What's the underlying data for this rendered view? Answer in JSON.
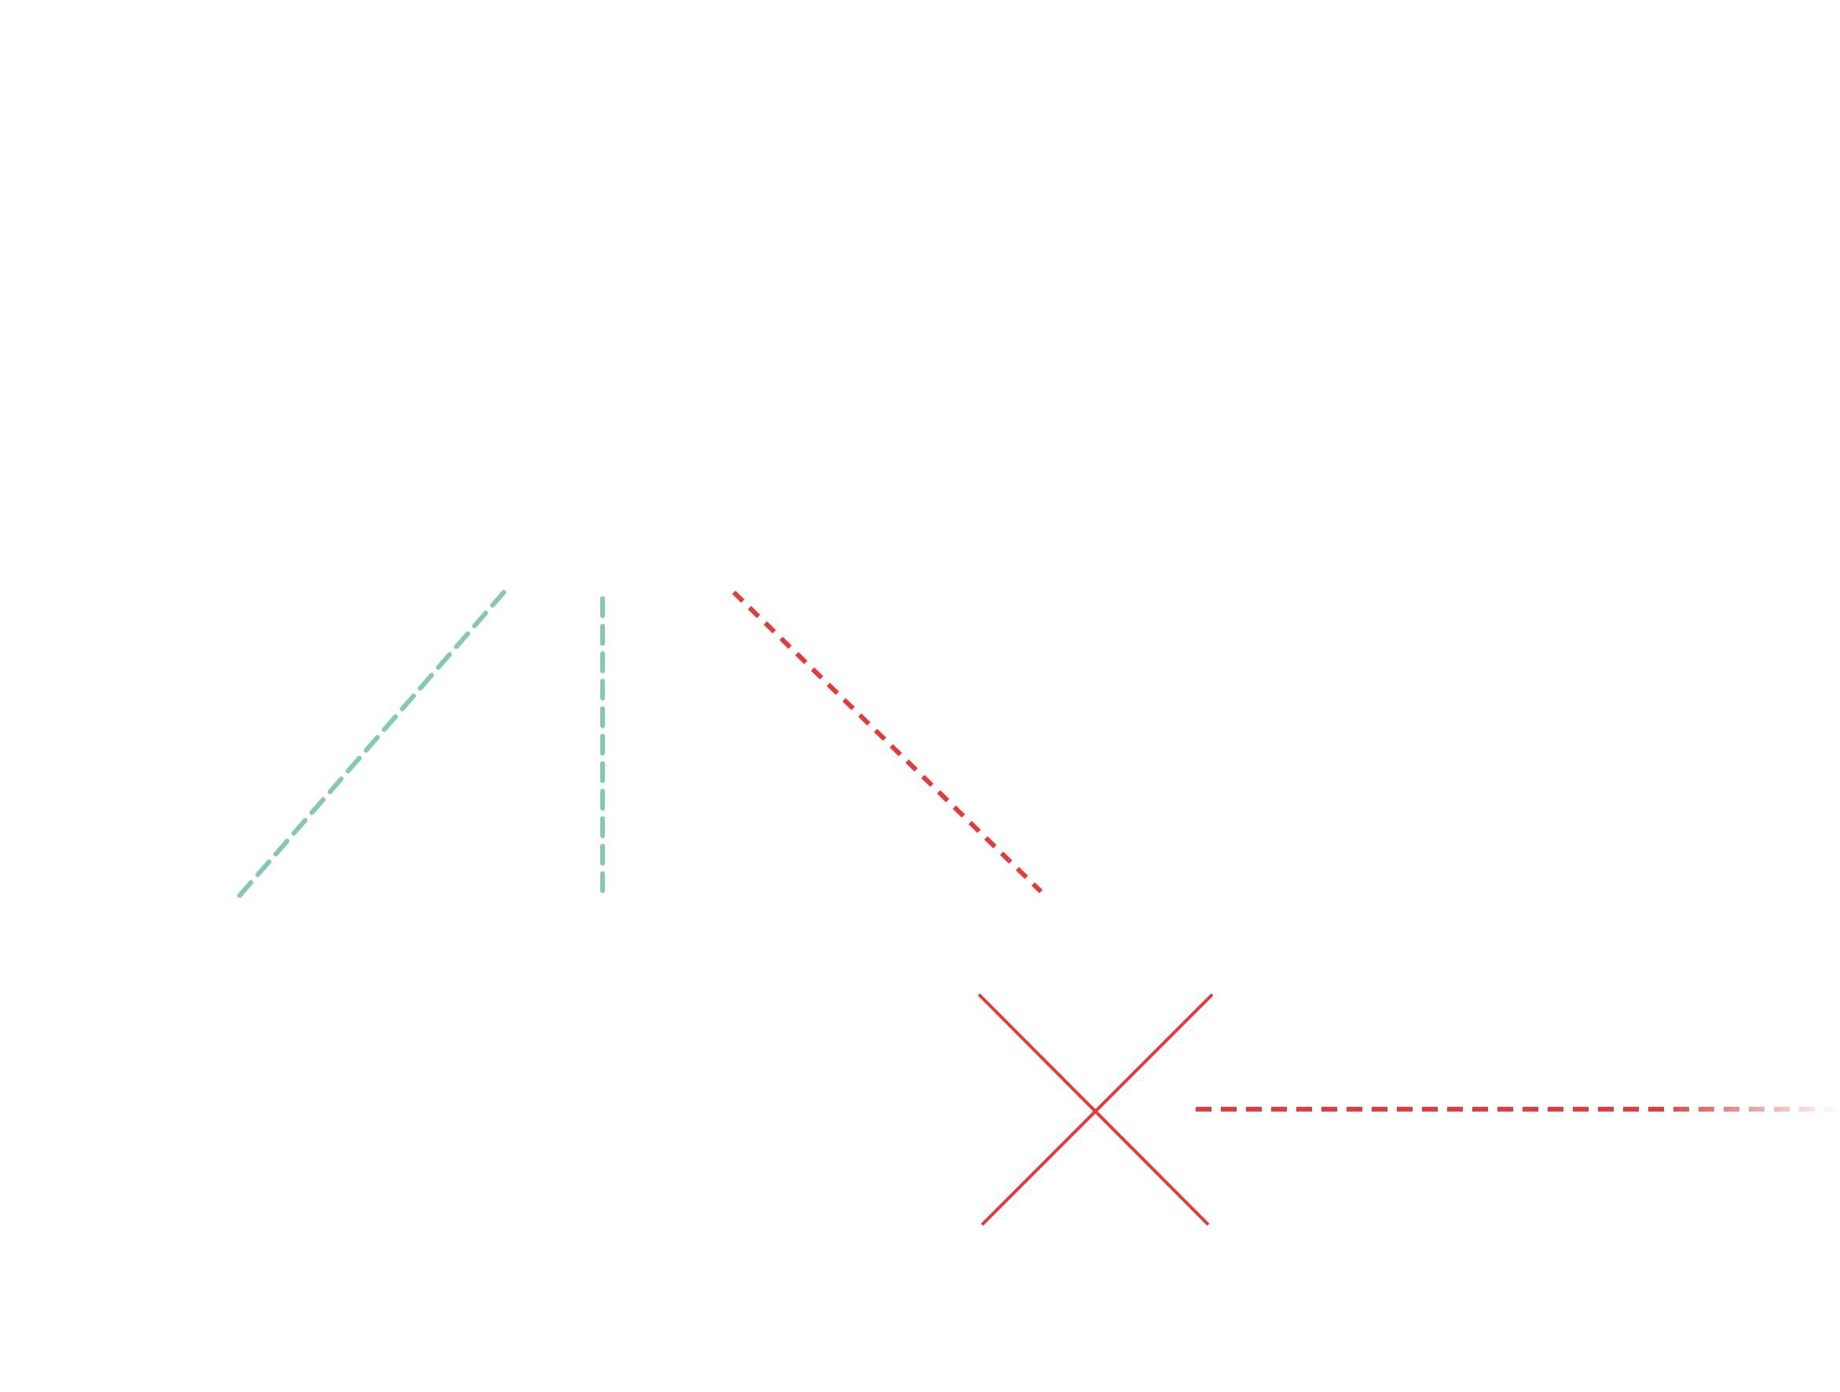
{
  "diagram": {
    "background": "#ffffff",
    "colors": {
      "green": "#86c9b0",
      "red": "#e23b3b"
    },
    "elements": [
      {
        "id": "green-diagonal-dashed-line",
        "kind": "dashed-line",
        "color": "green"
      },
      {
        "id": "green-vertical-dashed-line",
        "kind": "dashed-line",
        "color": "green"
      },
      {
        "id": "red-diagonal-dashed-line",
        "kind": "dashed-line",
        "color": "red"
      },
      {
        "id": "red-cross-mark",
        "kind": "cross",
        "color": "red"
      },
      {
        "id": "red-horizontal-dashed-line",
        "kind": "dashed-line-fading",
        "color": "red"
      }
    ]
  }
}
